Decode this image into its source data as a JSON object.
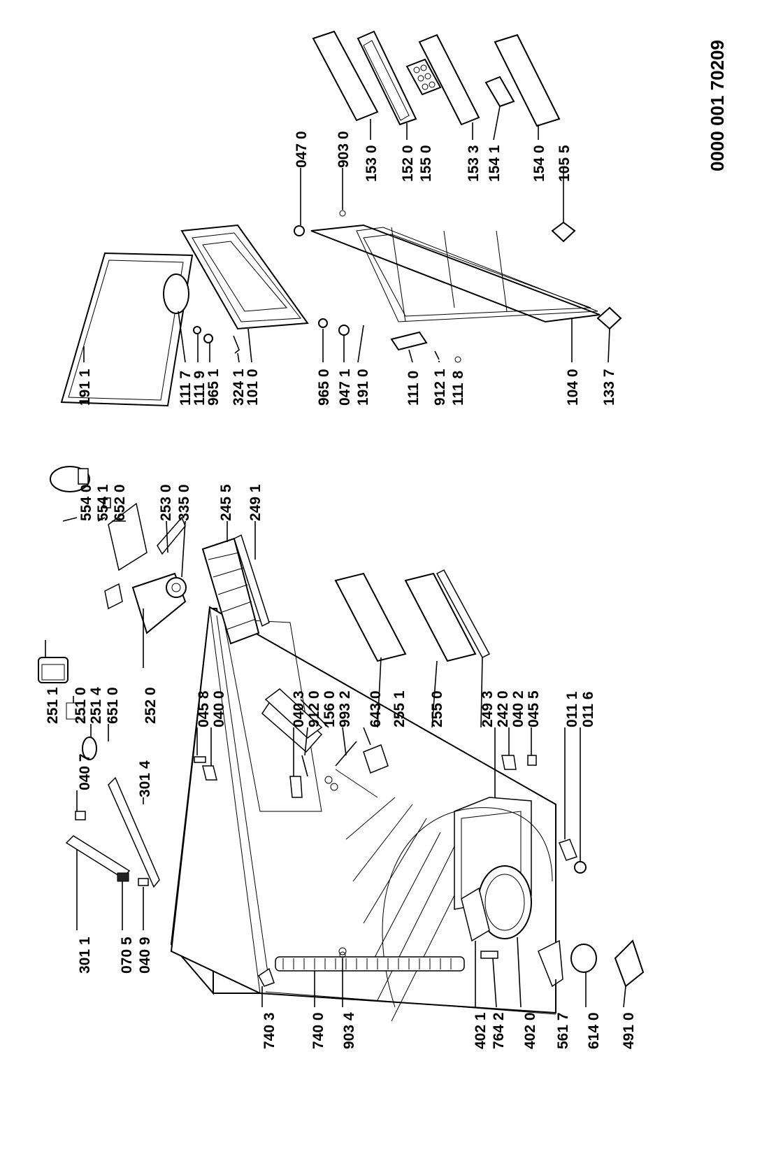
{
  "document_number": "0000 001 70209",
  "left_group": {
    "labels": [
      "301 1",
      "070 5",
      "040 9",
      "040 7",
      "301 4",
      "251 1",
      "251 0",
      "251 4",
      "651 0",
      "252 0",
      "554 0",
      "554 1",
      "652 0",
      "253 0",
      "335 0",
      "245 5",
      "249 1",
      "045 8",
      "040 0",
      "040 3",
      "912 0",
      "156 0",
      "993 2",
      "643 0",
      "255 1",
      "255 0",
      "249 3",
      "242 0",
      "040 2",
      "045 5",
      "011 1",
      "011 6",
      "740 3",
      "740 0",
      "903 4",
      "402 1",
      "764 2",
      "402 0",
      "561 7",
      "614 0",
      "491 0"
    ]
  },
  "right_group": {
    "labels": [
      "191 1",
      "111 7",
      "111 9",
      "965 1",
      "324 1",
      "101 0",
      "965 0",
      "047 1",
      "191 0",
      "111 0",
      "912 1",
      "111 8",
      "104 0",
      "133 7",
      "047 0",
      "903 0",
      "153 0",
      "152 0",
      "155 0",
      "153 3",
      "154 1",
      "154 0",
      "105 5"
    ]
  }
}
